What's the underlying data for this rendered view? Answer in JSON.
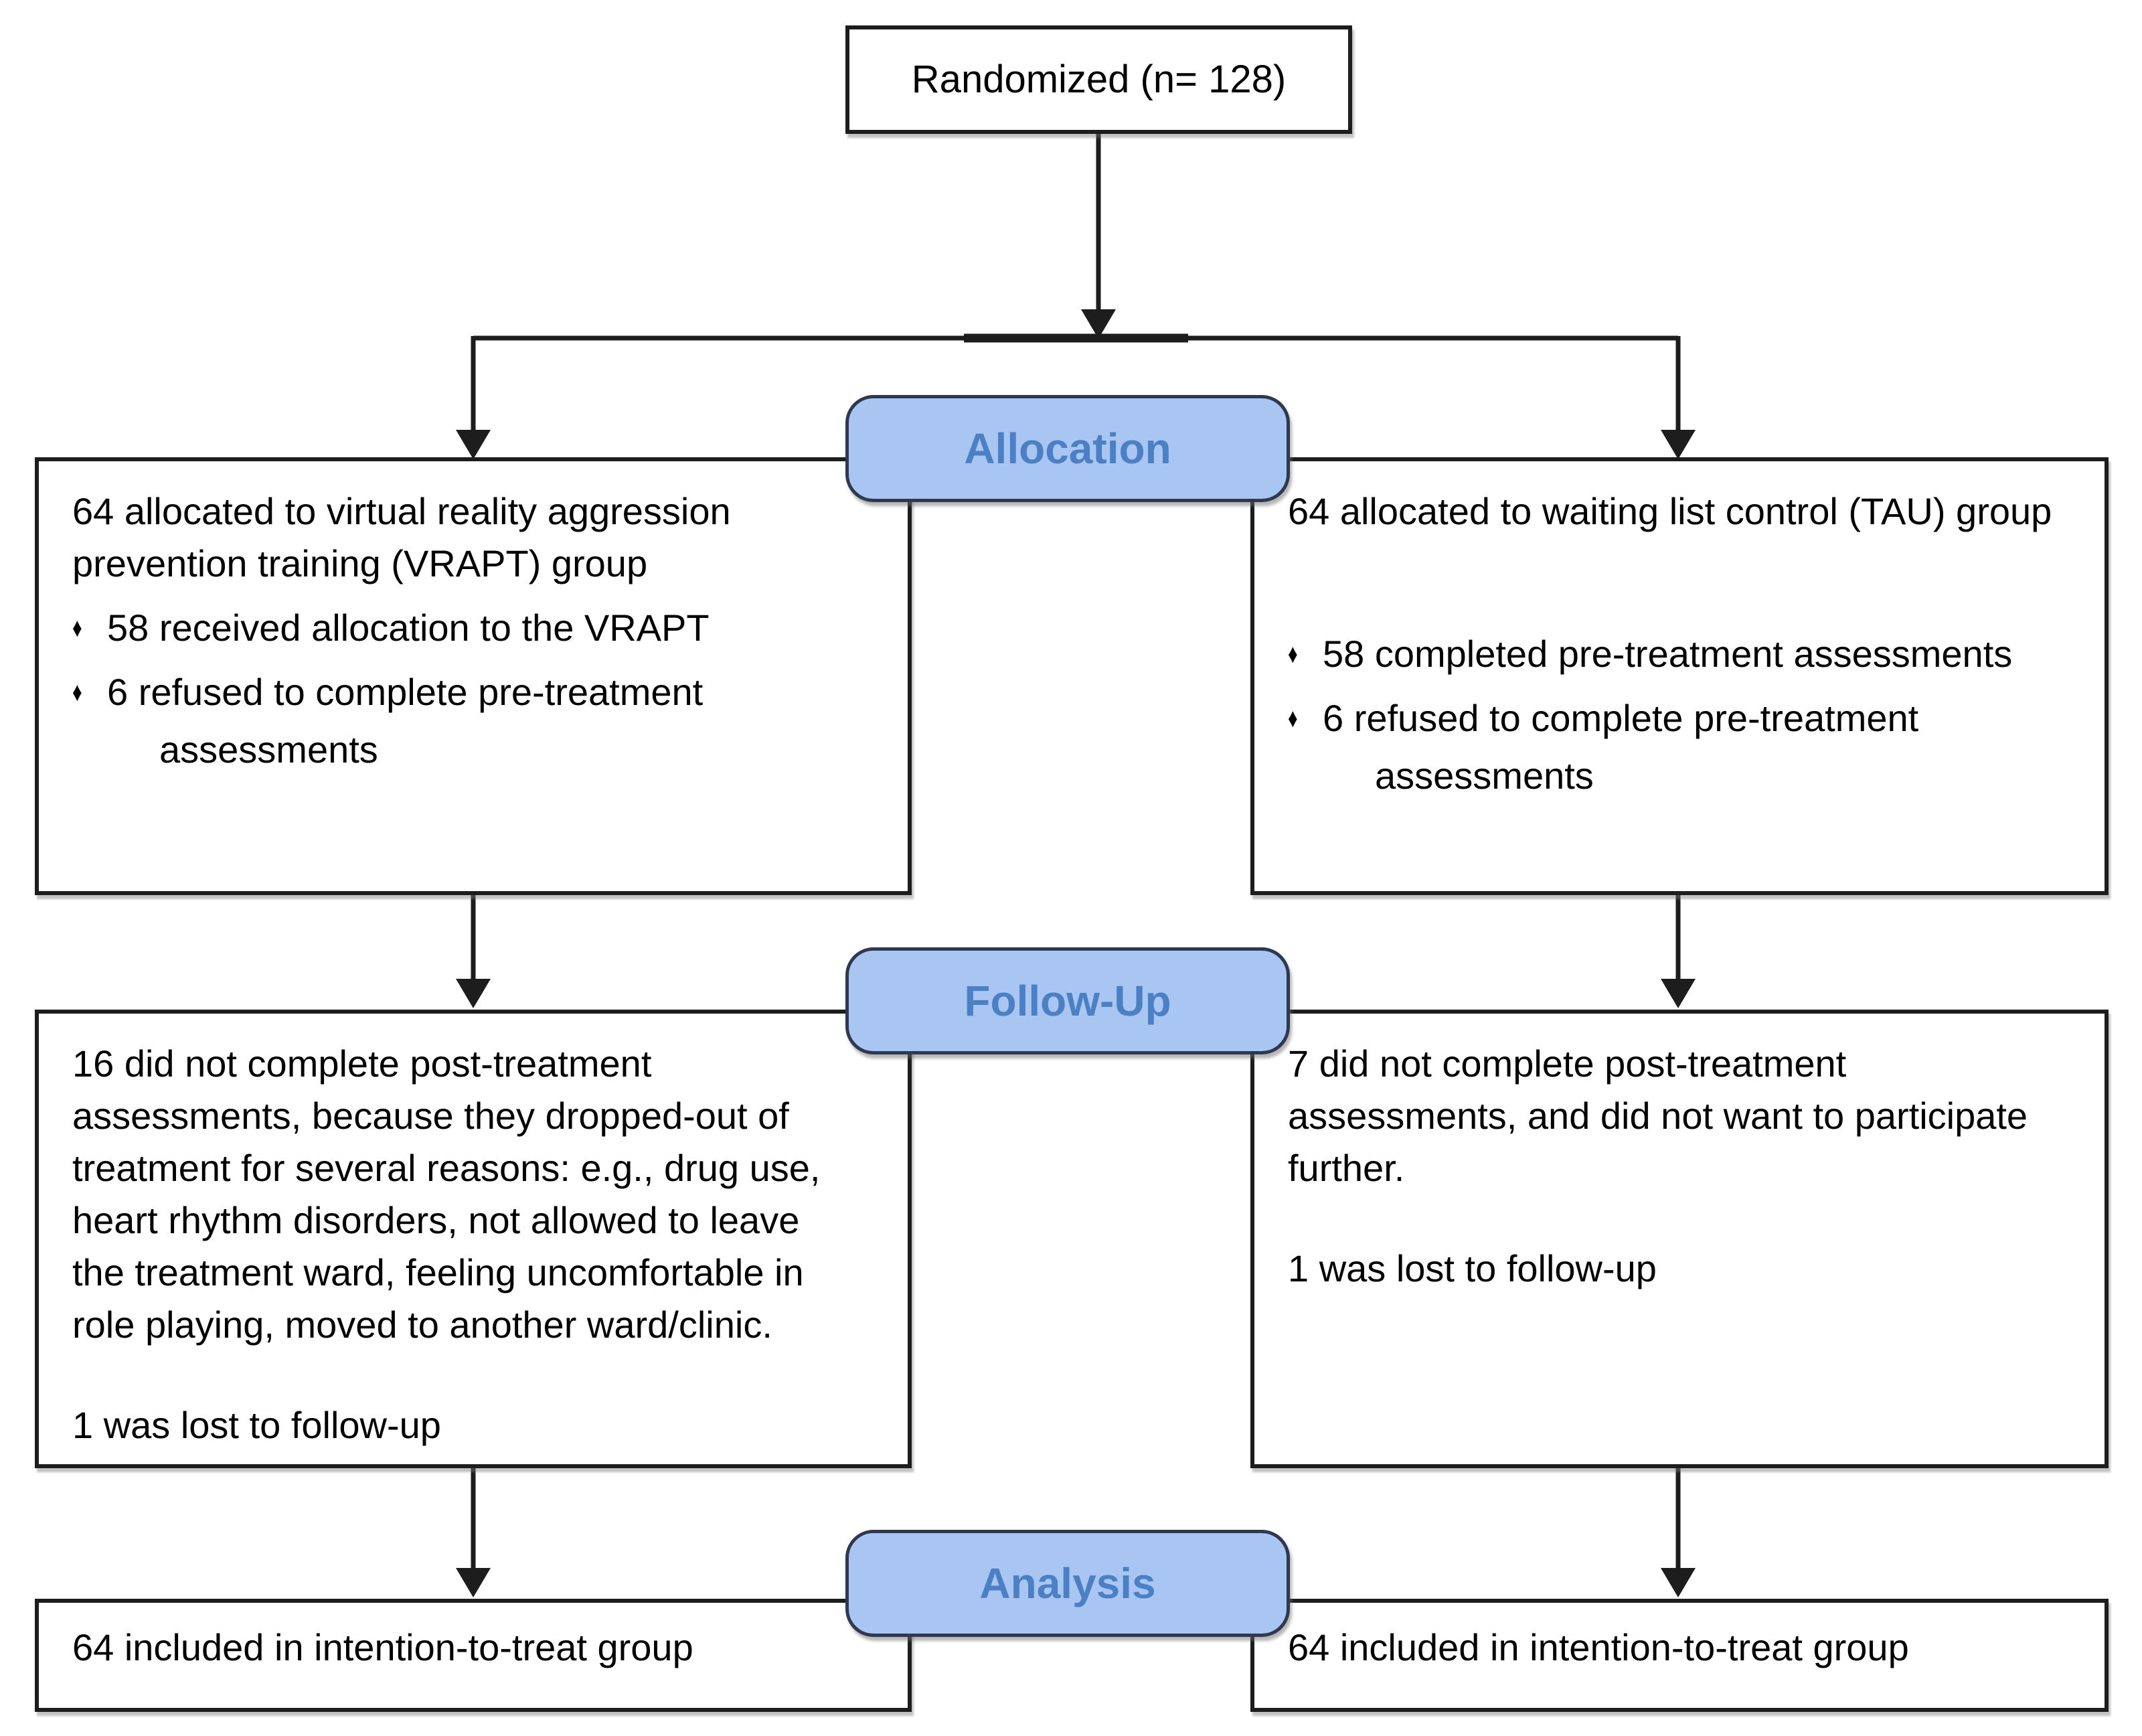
{
  "bullet_marker": "♦",
  "randomized": {
    "text": "Randomized (n= 128)"
  },
  "labels": {
    "allocation": "Allocation",
    "followup": "Follow-Up",
    "analysis": "Analysis"
  },
  "allocation": {
    "left": {
      "intro_lines": [
        "64 allocated to virtual reality aggression",
        "prevention training (VRAPT) group"
      ],
      "bullets": [
        {
          "text": "58 received allocation to the VRAPT"
        },
        {
          "text": "6 refused to complete pre-treatment",
          "continuation": "assessments"
        }
      ]
    },
    "right": {
      "intro": "64 allocated to waiting list control (TAU) group",
      "bullets": [
        {
          "text": "58 completed pre-treatment assessments"
        },
        {
          "text": "6 refused to complete pre-treatment",
          "continuation": "assessments"
        }
      ]
    }
  },
  "followup": {
    "left": {
      "para_lines": [
        "16 did not complete post-treatment",
        "assessments, because they dropped-out of",
        "treatment for several reasons: e.g., drug use,",
        "heart rhythm disorders, not allowed to leave",
        "the treatment ward, feeling uncomfortable in",
        "role playing, moved to another ward/clinic."
      ],
      "note": "1 was lost to follow-up"
    },
    "right": {
      "para_lines": [
        "7 did not complete post-treatment",
        "assessments, and did not want to participate",
        "further."
      ],
      "note": "1 was lost to follow-up"
    }
  },
  "analysis": {
    "left": {
      "text": "64 included in intention-to-treat group"
    },
    "right": {
      "text": "64 included in intention-to-treat group"
    }
  },
  "colors": {
    "background": "#ffffff",
    "text": "#000000",
    "line": "#1d1d1d",
    "box_border": "#1d1d1d",
    "label_fill": "#a9c6f3",
    "label_border": "#2e3950",
    "label_text": "#4b80c4"
  }
}
